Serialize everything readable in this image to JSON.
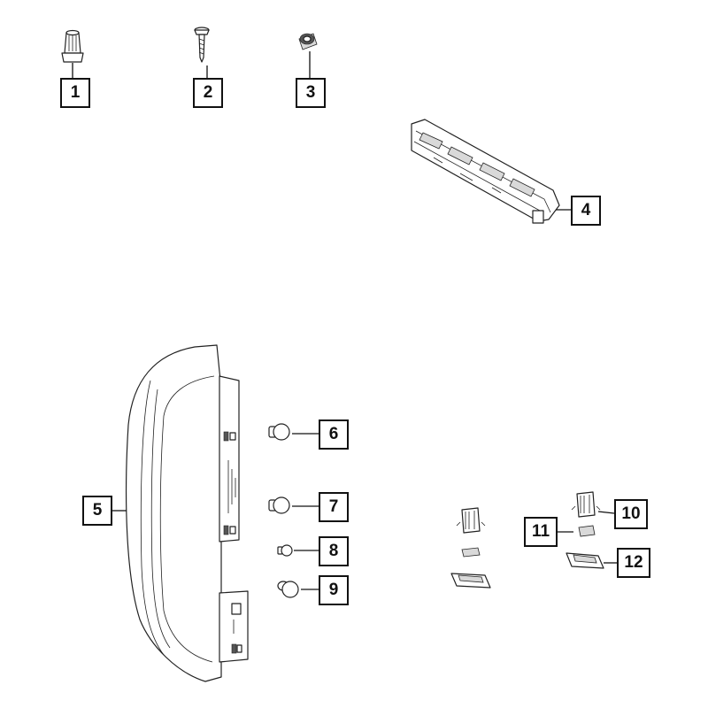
{
  "callouts": [
    {
      "label": "1"
    },
    {
      "label": "2"
    },
    {
      "label": "3"
    },
    {
      "label": "4"
    },
    {
      "label": "5"
    },
    {
      "label": "6"
    },
    {
      "label": "7"
    },
    {
      "label": "8"
    },
    {
      "label": "9"
    },
    {
      "label": "10"
    },
    {
      "label": "11"
    },
    {
      "label": "12"
    }
  ]
}
